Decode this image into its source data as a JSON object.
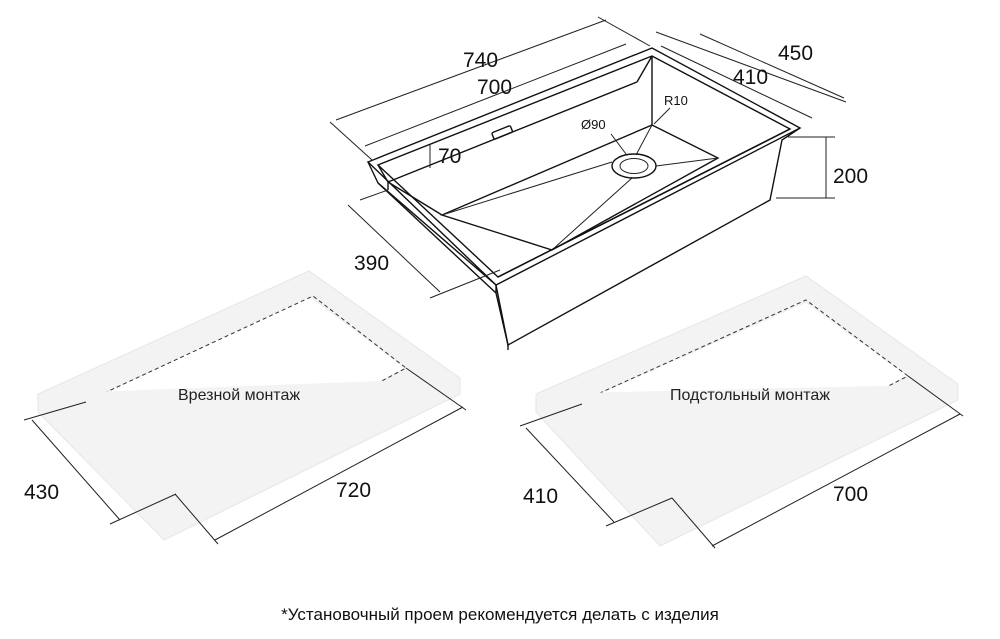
{
  "sink": {
    "dim_length_outer": "740",
    "dim_length_inner": "700",
    "dim_width_outer": "450",
    "dim_width_inner": "410",
    "dim_depth": "200",
    "dim_bowl_width": "390",
    "dim_ledge": "70",
    "dim_drain": "Ø90",
    "dim_radius": "R10"
  },
  "cutouts": {
    "flush": {
      "label": "Врезной монтаж",
      "width": "430",
      "length": "720"
    },
    "undermount": {
      "label": "Подстольный монтаж",
      "width": "410",
      "length": "700"
    }
  },
  "footnote": "*Установочный проем рекомендуется делать с изделия"
}
